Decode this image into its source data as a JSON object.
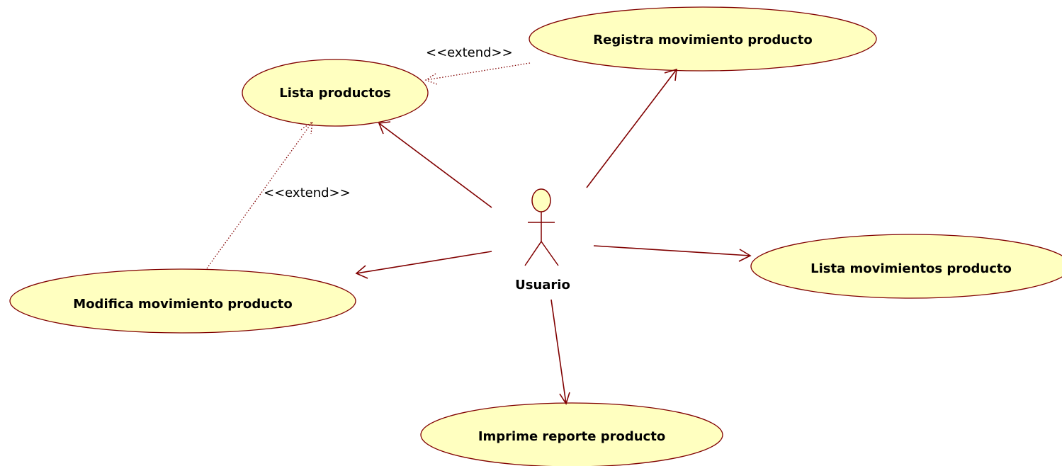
{
  "diagram": {
    "actor": {
      "label": "Usuario"
    },
    "use_cases": {
      "lista_productos": "Lista productos",
      "registra_movimiento": "Registra movimiento producto",
      "modifica_movimiento": "Modifica movimiento producto",
      "lista_movimientos": "Lista movimientos producto",
      "imprime_reporte": "Imprime reporte producto"
    },
    "stereotypes": {
      "extend_top": "<<extend>>",
      "extend_left": "<<extend>>"
    },
    "colors": {
      "line": "#800000",
      "usecase_fill": "#ffffc0",
      "text": "#000000"
    }
  }
}
